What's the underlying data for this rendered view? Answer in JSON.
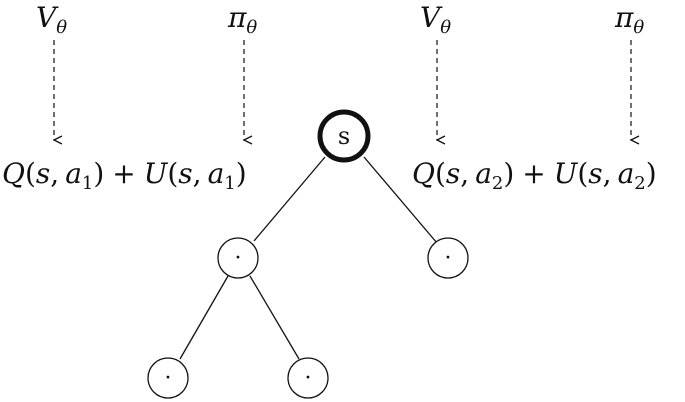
{
  "nodes": {
    "root_label": "s",
    "child_label": "·"
  },
  "annotations": {
    "value_net_left": "V",
    "value_net_left_sub": "θ",
    "policy_net_left": "π",
    "policy_net_left_sub": "θ",
    "value_net_right": "V",
    "value_net_right_sub": "θ",
    "policy_net_right": "π",
    "policy_net_right_sub": "θ"
  },
  "edge_scores": {
    "left": {
      "q_name": "Q",
      "u_name": "U",
      "state": "s",
      "action": "a",
      "action_sub": "1",
      "plus": "+",
      "open_paren": "(",
      "comma": ",",
      "close_paren": ")"
    },
    "right": {
      "q_name": "Q",
      "u_name": "U",
      "state": "s",
      "action": "a",
      "action_sub": "2",
      "plus": "+",
      "open_paren": "(",
      "comma": ",",
      "close_paren": ")"
    }
  },
  "colors": {
    "ink": "#111111",
    "background": "#ffffff"
  }
}
